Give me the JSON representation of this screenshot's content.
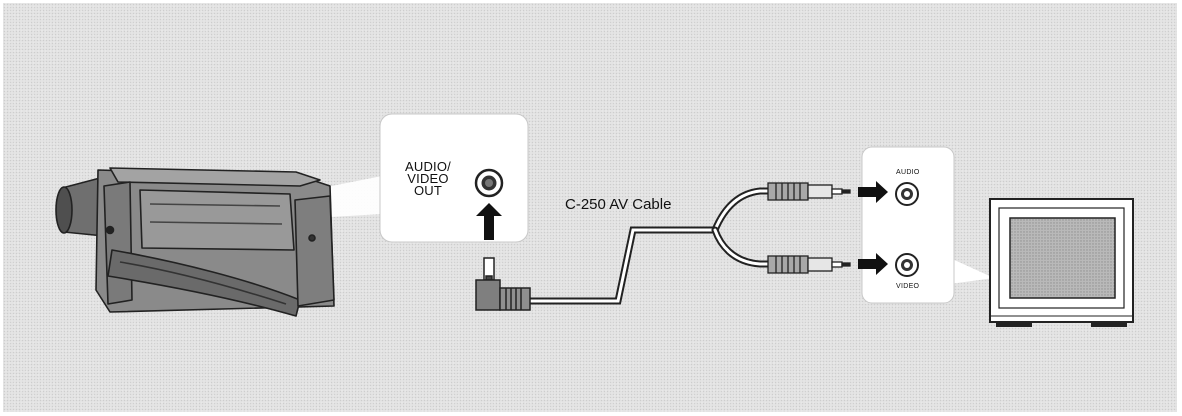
{
  "labels": {
    "av_out_line1": "AUDIO/",
    "av_out_line2": "VIDEO",
    "av_out_line3": "OUT",
    "cable": "C-250 AV Cable",
    "tv_audio": "AUDIO",
    "tv_video": "VIDEO"
  }
}
